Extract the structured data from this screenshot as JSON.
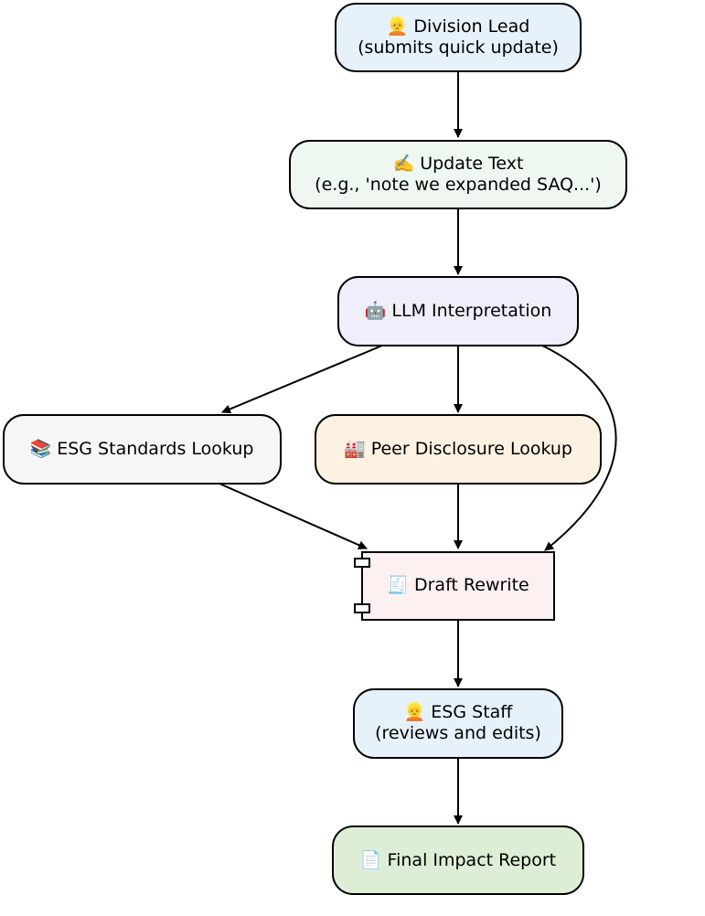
{
  "nodes": {
    "division_lead": {
      "icon": "person-icon",
      "lines": [
        "👱 Division Lead",
        "(submits quick update)"
      ],
      "fill": "#e6f1fa"
    },
    "update_text": {
      "icon": "writing-hand-icon",
      "lines": [
        "✍️ Update Text",
        "(e.g., 'note we expanded SAQ...')"
      ],
      "fill": "#eef8f1"
    },
    "llm": {
      "icon": "robot-icon",
      "lines": [
        "🤖 LLM Interpretation"
      ],
      "fill": "#f1eefb"
    },
    "esg_standards": {
      "icon": "books-icon",
      "lines": [
        "📚 ESG Standards Lookup"
      ],
      "fill": "#f6f6f6"
    },
    "peer_disclosure": {
      "icon": "factory-icon",
      "lines": [
        "🏭 Peer Disclosure Lookup"
      ],
      "fill": "#fdf2e1"
    },
    "draft_rewrite": {
      "icon": "document-icon",
      "lines": [
        "🧾 Draft Rewrite"
      ],
      "fill": "#fdf0f1"
    },
    "esg_staff": {
      "icon": "person-icon",
      "lines": [
        "👱 ESG Staff",
        "(reviews and edits)"
      ],
      "fill": "#e6f1fa"
    },
    "final_report": {
      "icon": "page-icon",
      "lines": [
        "📄 Final Impact Report"
      ],
      "fill": "#deeed6"
    }
  },
  "colors": {
    "stroke": "#000000",
    "edge": "#000000"
  }
}
